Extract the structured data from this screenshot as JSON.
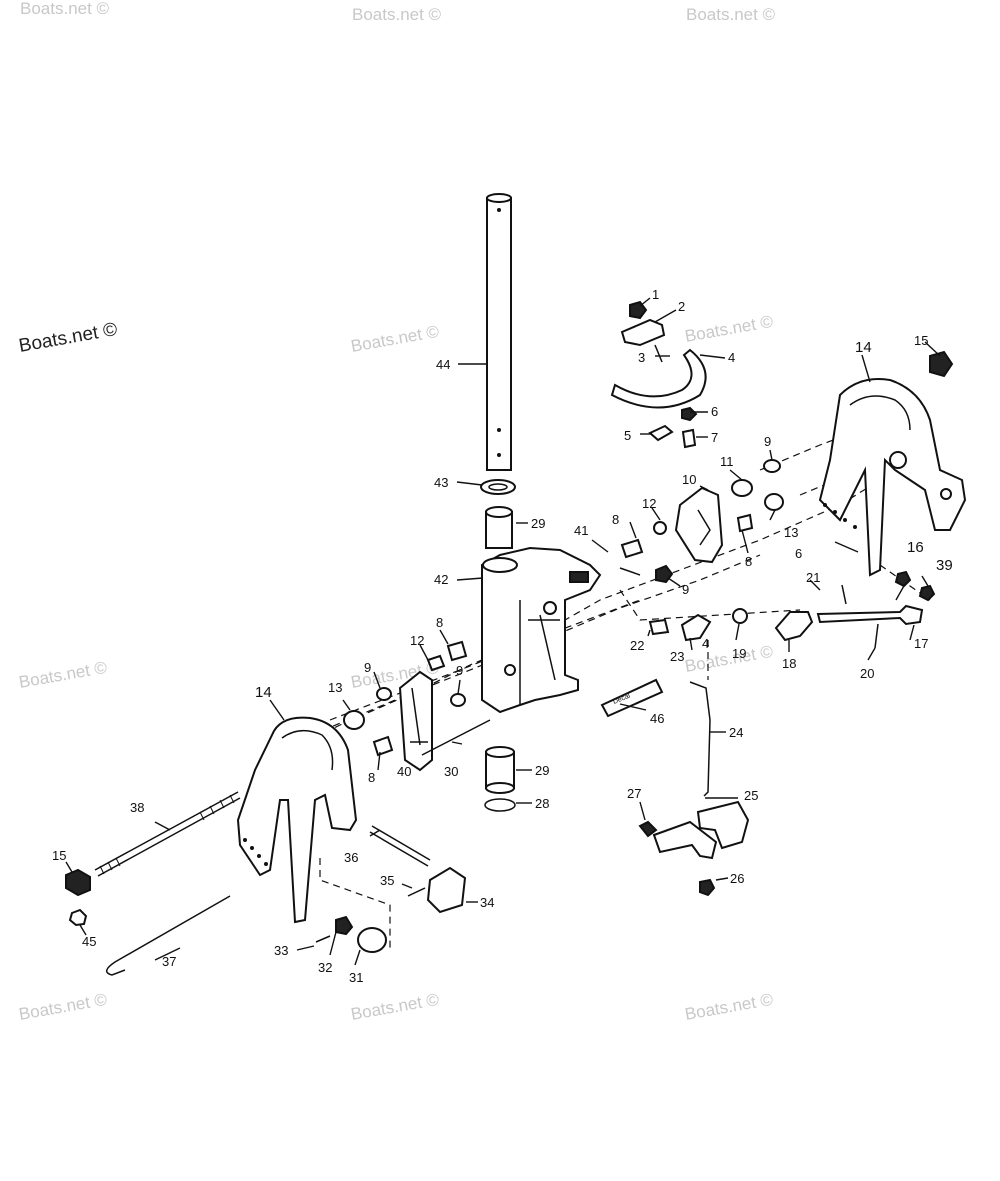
{
  "watermarks": {
    "main": "Boats.net ©",
    "faint": "Boats.net ©"
  },
  "decal_text": "Decal",
  "callouts": {
    "c1": "1",
    "c2": "2",
    "c3": "3",
    "c4": "4",
    "c4b": "4",
    "c5": "5",
    "c6": "6",
    "c6b": "6",
    "c7": "7",
    "c8a": "8",
    "c8b": "8",
    "c8c": "8",
    "c8d": "8",
    "c9a": "9",
    "c9b": "9",
    "c9c": "9",
    "c9d": "9",
    "c10": "10",
    "c11": "11",
    "c12a": "12",
    "c12b": "12",
    "c13a": "13",
    "c13b": "13",
    "c14a": "14",
    "c14b": "14",
    "c15a": "15",
    "c15b": "15",
    "c16": "16",
    "c17": "17",
    "c18": "18",
    "c19": "19",
    "c20": "20",
    "c21": "21",
    "c22": "22",
    "c23": "23",
    "c24": "24",
    "c25": "25",
    "c26": "26",
    "c27": "27",
    "c28": "28",
    "c29a": "29",
    "c29b": "29",
    "c30": "30",
    "c31": "31",
    "c32": "32",
    "c33": "33",
    "c34": "34",
    "c35": "35",
    "c36": "36",
    "c37": "37",
    "c38": "38",
    "c39": "39",
    "c40": "40",
    "c41": "41",
    "c42": "42",
    "c43": "43",
    "c44": "44",
    "c45": "45",
    "c46": "46"
  }
}
